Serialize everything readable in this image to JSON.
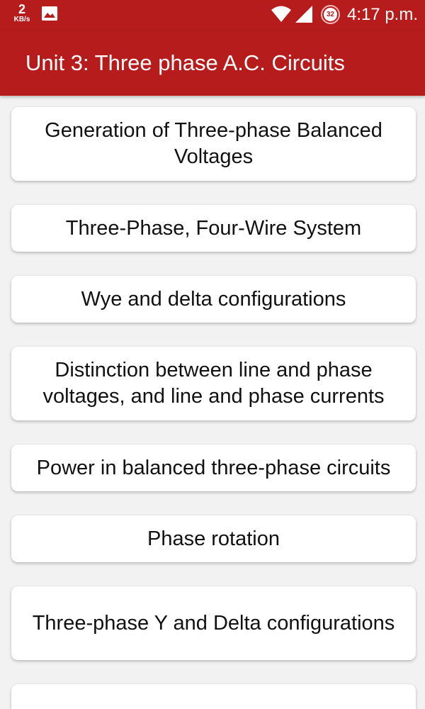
{
  "status_bar": {
    "net_speed_value": "2",
    "net_speed_unit": "KB/s",
    "battery_level": "32",
    "time": "4:17 p.m.",
    "icons": [
      "image-icon",
      "wifi-icon",
      "cell-signal-icon",
      "battery-icon"
    ]
  },
  "app_bar": {
    "title": "Unit 3: Three phase A.C. Circuits"
  },
  "topics": [
    {
      "label": "Generation of Three-phase Balanced Voltages"
    },
    {
      "label": "Three-Phase, Four-Wire System"
    },
    {
      "label": "Wye and delta configurations"
    },
    {
      "label": "Distinction between line and phase voltages, and line and phase currents"
    },
    {
      "label": "Power in balanced three-phase circuits"
    },
    {
      "label": "Phase rotation"
    },
    {
      "label": "Three-phase Y and Delta configurations"
    },
    {
      "label": ""
    }
  ],
  "colors": {
    "primary": "#b71c1c",
    "background": "#f2f2f2",
    "card": "#ffffff",
    "text": "#111111"
  }
}
